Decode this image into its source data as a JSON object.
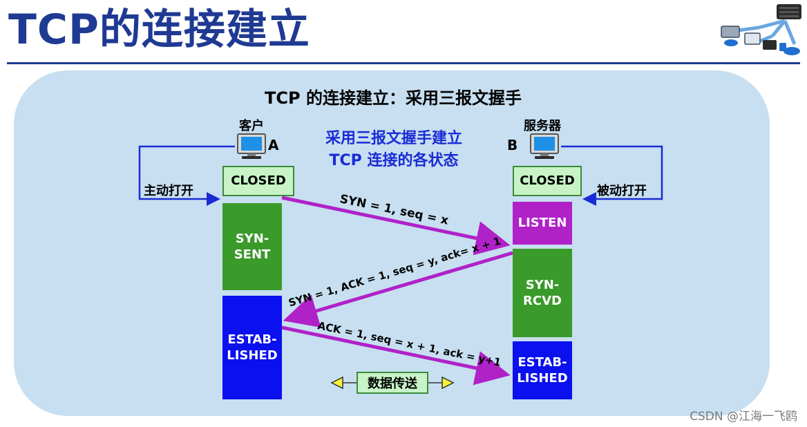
{
  "header": {
    "title": "TCP的连接建立",
    "icon": "network-icon",
    "rule_color": "#1f3a93"
  },
  "diagram": {
    "title": "TCP 的连接建立：采用三报文握手",
    "caption": [
      "采用三报文握手建立",
      "TCP 连接的各状态"
    ],
    "client": {
      "name": "客户",
      "letter": "A",
      "icon": "computer-icon",
      "open_label": "主动打开",
      "states": [
        "CLOSED",
        "SYN-\nSENT",
        "ESTAB-\nLISHED"
      ]
    },
    "server": {
      "name": "服务器",
      "letter": "B",
      "icon": "computer-icon",
      "open_label": "被动打开",
      "states": [
        "CLOSED",
        "LISTEN",
        "SYN-\nRCVD",
        "ESTAB-\nLISHED"
      ]
    },
    "messages": [
      "SYN = 1, seq = x",
      "SYN = 1, ACK = 1, seq = y, ack= x + 1",
      "ACK = 1, seq = x + 1, ack = y+1"
    ],
    "transfer_label": "数据传送",
    "colors": {
      "panel": "#c7dff0",
      "closed": "#c7f3c6",
      "green": "#3a9a2a",
      "blue": "#0b10ef",
      "purple": "#b021c8",
      "arrow": "#b021c8",
      "open_line": "#1a2bd6",
      "caption": "#1a2bd6"
    }
  },
  "watermark": "CSDN @江海一飞鸥"
}
